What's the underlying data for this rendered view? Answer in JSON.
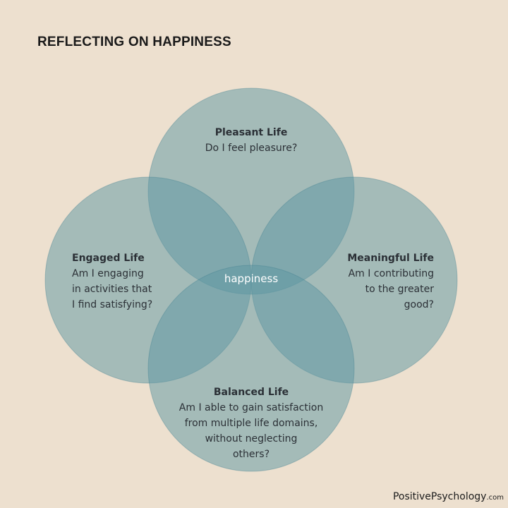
{
  "title": "REFLECTING ON HAPPINESS",
  "colors": {
    "background": "#ede0cf",
    "circle_fill": "#5b95a2",
    "circle_stroke": "#3e7f8e",
    "text_dark": "#2b3036",
    "text_light": "#ffffff"
  },
  "circles": {
    "pleasant": {
      "heading": "Pleasant Life",
      "lines": [
        "Do I feel pleasure?"
      ]
    },
    "engaged": {
      "heading": "Engaged Life",
      "lines": [
        "Am I engaging",
        "in activities that",
        "I find satisfying?"
      ]
    },
    "meaningful": {
      "heading": "Meaningful Life",
      "lines": [
        "Am I contributing",
        "to the greater",
        "good?"
      ]
    },
    "balanced": {
      "heading": "Balanced Life",
      "lines": [
        "Am I able to gain satisfaction",
        "from multiple life domains,",
        "without neglecting",
        "others?"
      ]
    }
  },
  "center_label": "happiness",
  "footer": {
    "brand": "PositivePsychology",
    "suffix": ".com"
  }
}
